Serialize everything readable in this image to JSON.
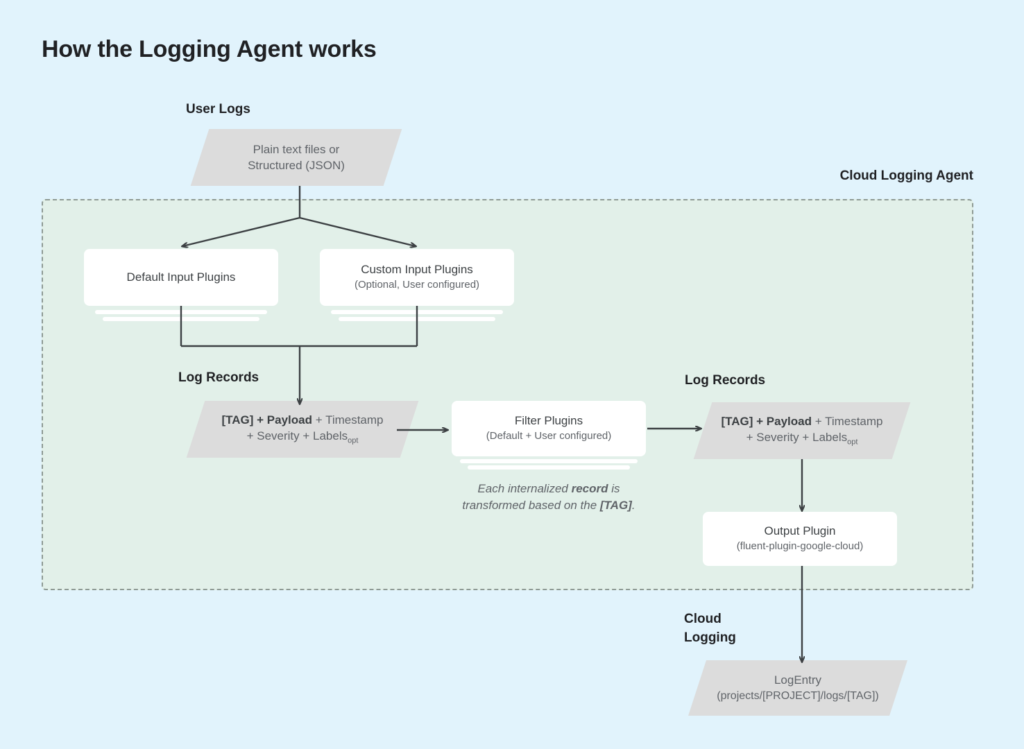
{
  "page": {
    "title": "How the Logging Agent works",
    "background_color": "#e1f3fc",
    "agent_region_color": "#e2f0e9",
    "node_gray": "#dcdcdc",
    "card_white": "#ffffff",
    "line_color": "#3c4043"
  },
  "labels": {
    "user_logs": "User Logs",
    "cloud_logging_agent": "Cloud Logging Agent",
    "log_records_left": "Log Records",
    "log_records_right": "Log Records",
    "cloud_logging": "Cloud\nLogging",
    "cloud_logging_line1": "Cloud",
    "cloud_logging_line2": "Logging"
  },
  "nodes": {
    "user_logs_source": {
      "shape": "parallelogram",
      "line1": "Plain text files or",
      "line2": "Structured (JSON)"
    },
    "default_input_plugins": {
      "shape": "card-stack",
      "title": "Default Input Plugins",
      "subtitle": ""
    },
    "custom_input_plugins": {
      "shape": "card-stack",
      "title": "Custom Input Plugins",
      "subtitle": "(Optional, User configured)"
    },
    "log_record_left": {
      "shape": "parallelogram",
      "segment_tag": "[TAG] + Payload",
      "segment_rest": " + Timestamp",
      "line2": "+ Severity + Labels",
      "line2_subscript": "opt"
    },
    "filter_plugins": {
      "shape": "card-stack",
      "title": "Filter Plugins",
      "subtitle": "(Default + User configured)"
    },
    "filter_note": {
      "line1_a": "Each internalized ",
      "line1_b": "record",
      "line1_c": " is",
      "line2_a": "transformed based on the ",
      "line2_b": "[TAG]",
      "line2_c": "."
    },
    "log_record_right": {
      "shape": "parallelogram",
      "segment_tag": "[TAG] + Payload",
      "segment_rest": " + Timestamp",
      "line2": "+ Severity + Labels",
      "line2_subscript": "opt"
    },
    "output_plugin": {
      "shape": "card",
      "title": "Output Plugin",
      "subtitle": "(fluent-plugin-google-cloud)"
    },
    "log_entry": {
      "shape": "parallelogram",
      "title": "LogEntry",
      "subtitle": "(projects/[PROJECT]/logs/[TAG])"
    }
  }
}
